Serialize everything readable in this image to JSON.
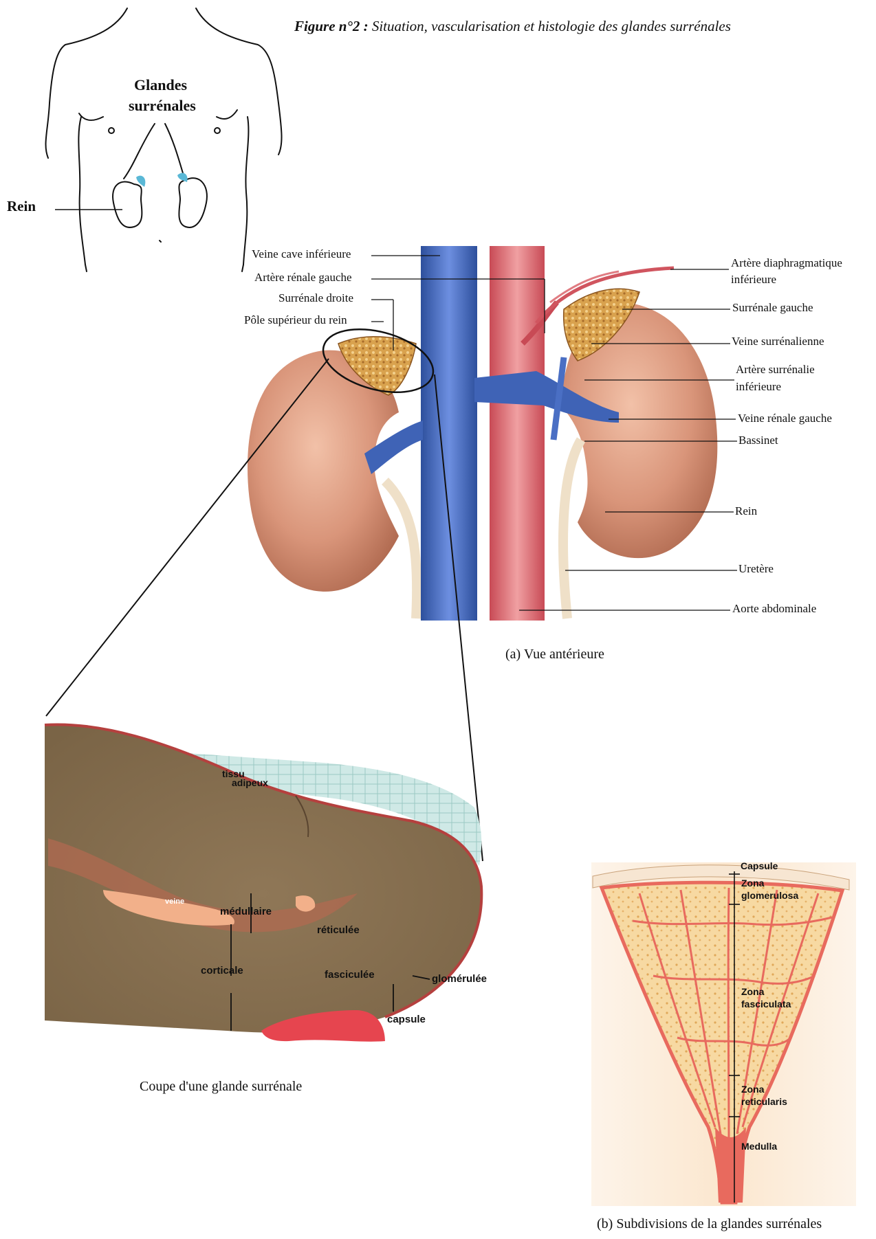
{
  "figure": {
    "number": "Figure n°2 :",
    "title": "Situation, vascularisation et histologie des glandes surrénales"
  },
  "torso": {
    "glands_label_line1": "Glandes",
    "glands_label_line2": "surrénales",
    "kidney_label": "Rein"
  },
  "anterior_view": {
    "caption": "(a) Vue antérieure",
    "left_labels": [
      "Veine cave inférieure",
      "Artère rénale gauche",
      "Surrénale droite",
      "Pôle supérieur du rein"
    ],
    "right_labels": [
      "Artère diaphragmatique",
      "inférieure",
      "Surrénale gauche",
      "Veine surrénalienne",
      "Artère surrénalie",
      "inférieure",
      "Veine rénale gauche",
      "Bassinet",
      "Rein",
      "Uretère",
      "Aorte abdominale"
    ]
  },
  "histology": {
    "caption": "Coupe d'une glande surrénale",
    "labels": {
      "tissu": "tissu",
      "adipeux": "adipeux",
      "veine": "veine",
      "medullaire": "médullaire",
      "reticulee": "réticulée",
      "corticale": "corticale",
      "fasciculee": "fasciculée",
      "glomerulee": "glomérulée",
      "capsule": "capsule"
    }
  },
  "subdivisions": {
    "caption": "(b) Subdivisions de la glandes surrénales",
    "labels": {
      "capsule": "Capsule",
      "glom_1": "Zona",
      "glom_2": "glomerulosa",
      "fasc_1": "Zona",
      "fasc_2": "fasciculata",
      "ret_1": "Zona",
      "ret_2": "reticularis",
      "medulla": "Medulla"
    }
  },
  "colors": {
    "kidney": "#d9957a",
    "vein": "#4a6fc4",
    "artery": "#e0626a",
    "adrenal": "#d9a24e",
    "tissue": "#8c7350",
    "adipose": "#b8dcda",
    "cortex_bg": "#f3c98c",
    "vessel_red": "#e86a5e"
  }
}
